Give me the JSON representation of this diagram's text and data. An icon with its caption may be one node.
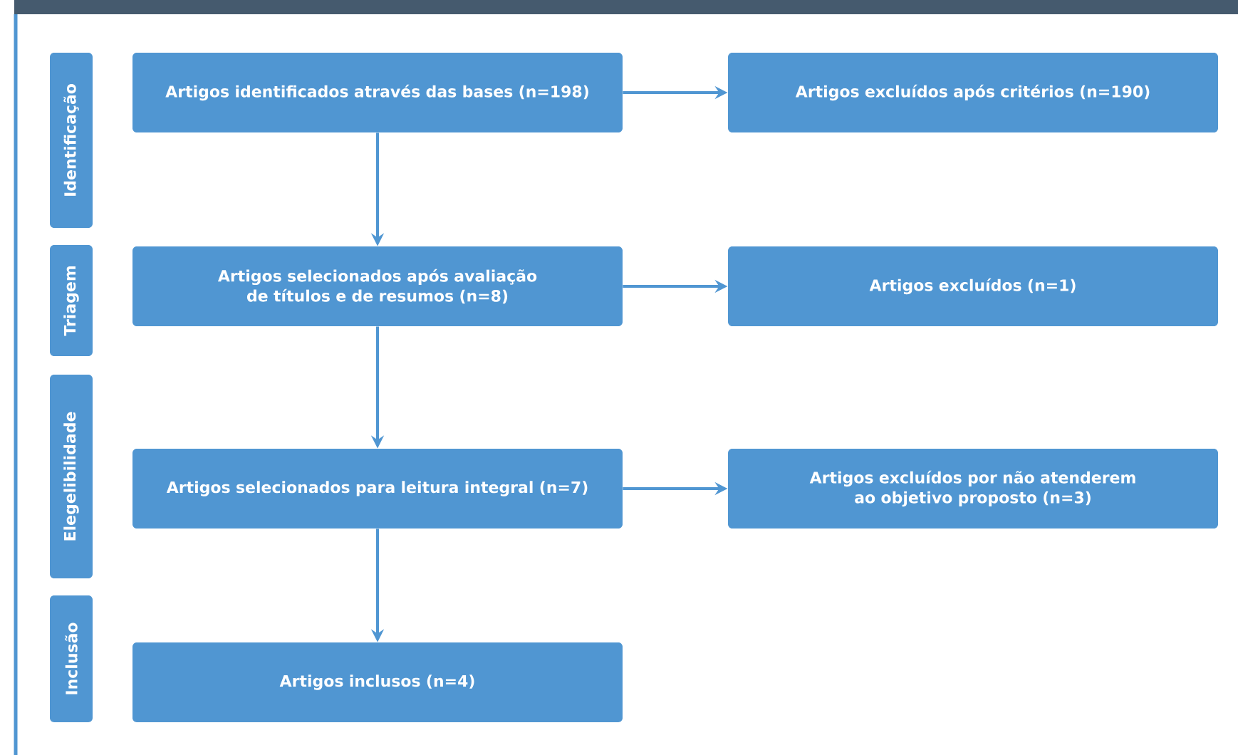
{
  "diagram": {
    "nodes": [
      {
        "text": [
          "Identificação"
        ]
      },
      {
        "text": [
          "Triagem"
        ]
      },
      {
        "text": [
          "Elegelibilidade"
        ]
      },
      {
        "text": [
          "Inclusão"
        ]
      },
      {
        "text": [
          "Artigos identificados através das bases (n=198)"
        ]
      },
      {
        "text": [
          "Artigos excluídos após critérios (n=190)"
        ]
      },
      {
        "text": [
          "Artigos selecionados após avaliação de títulos e de resumos (n=8)"
        ]
      },
      {
        "text": [
          "Artigos excluídos (n=1)"
        ]
      },
      {
        "text": [
          "Artigos selecionados para leitura integral (n=7)"
        ]
      },
      {
        "text": [
          "Artigos excluídos por não atenderem ao objetivo proposto (n=3)"
        ]
      },
      {
        "text": [
          "Artigos inclusos (n=4)"
        ]
      }
    ],
    "edges": [
      {
        "from": 4,
        "to": 5,
        "arrow": "to"
      },
      {
        "from": 4,
        "to": 6,
        "arrow": "to"
      },
      {
        "from": 6,
        "to": 7,
        "arrow": "to"
      },
      {
        "from": 6,
        "to": 8,
        "arrow": "to"
      },
      {
        "from": 8,
        "to": 9,
        "arrow": "to"
      },
      {
        "from": 8,
        "to": 10,
        "arrow": "to"
      }
    ]
  }
}
